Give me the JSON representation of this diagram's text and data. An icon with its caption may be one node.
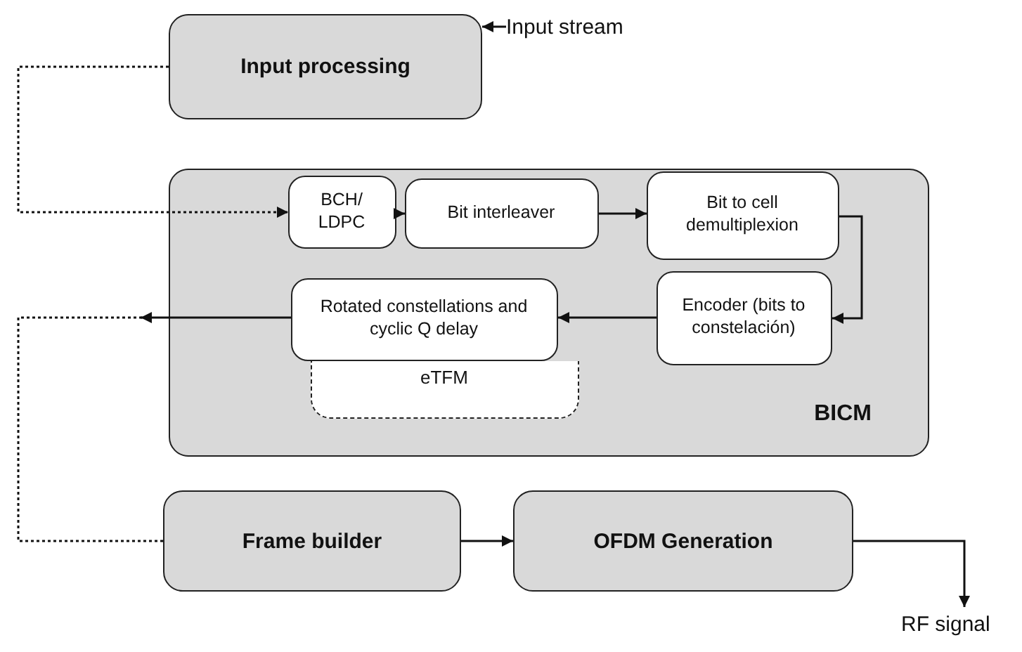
{
  "diagram": {
    "nodes": [
      {
        "text": [
          "Input processing"
        ]
      },
      {
        "text": [
          "BICM"
        ]
      },
      {
        "text": [
          "BCH/ LDPC"
        ],
        "in": 1
      },
      {
        "text": [
          "Bit interleaver"
        ],
        "in": 1
      },
      {
        "text": [
          "Bit to cell demultiplexion"
        ],
        "in": 1
      },
      {
        "text": [
          "Encoder (bits to constelación)"
        ],
        "in": 1
      },
      {
        "text": [
          "Rotated constellations and cyclic Q delay"
        ],
        "in": 1
      },
      {
        "text": [
          "eTFM"
        ],
        "in": 1
      },
      {
        "text": [
          "Frame builder"
        ]
      },
      {
        "text": [
          "OFDM Generation"
        ]
      },
      {
        "text": [
          "Input stream"
        ]
      },
      {
        "text": [
          "RF signal"
        ]
      }
    ],
    "edges": [
      {
        "from": 10,
        "to": 0,
        "arrow": "to"
      },
      {
        "from": 0,
        "to": 2,
        "arrow": "to",
        "style": "dashed"
      },
      {
        "from": 2,
        "to": 3,
        "arrow": "to"
      },
      {
        "from": 3,
        "to": 4,
        "arrow": "to"
      },
      {
        "from": 4,
        "to": 5,
        "arrow": "to"
      },
      {
        "from": 5,
        "to": 6,
        "arrow": "to"
      },
      {
        "from": 6,
        "to": null,
        "arrow": "to"
      },
      {
        "from": 8,
        "to": null,
        "arrow": "none",
        "style": "dashed"
      },
      {
        "from": 8,
        "to": 9,
        "arrow": "to"
      },
      {
        "from": 9,
        "to": 11,
        "arrow": "to"
      }
    ]
  }
}
